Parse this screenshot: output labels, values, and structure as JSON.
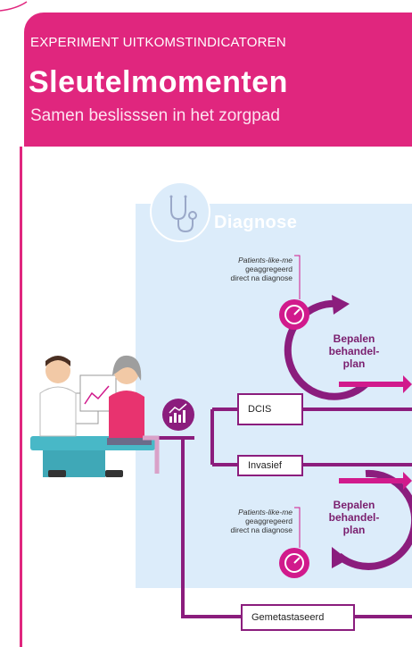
{
  "header": {
    "kicker": "EXPERIMENT UITKOMSTINDICATOREN",
    "title": "Sleutelmomenten",
    "subtitle": "Samen beslisssen in het zorgpad"
  },
  "phase": {
    "label": "Diagnose"
  },
  "annotation_top": {
    "line1": "Patients-like-me",
    "line2": "geaggregeerd",
    "line3": "direct na diagnose"
  },
  "annotation_bottom": {
    "line1": "Patients-like-me",
    "line2": "geaggregeerd",
    "line3": "direct na diagnose"
  },
  "plan_top": {
    "l1": "Bepalen",
    "l2": "behandel-",
    "l3": "plan"
  },
  "plan_bottom": {
    "l1": "Bepalen",
    "l2": "behandel-",
    "l3": "plan"
  },
  "nodes": {
    "dcis": "DCIS",
    "invasief": "Invasief",
    "gemetastaseerd": "Gemetastaseerd"
  },
  "colors": {
    "brand": "#e0267e",
    "purple": "#8b1d7d",
    "magenta": "#d11a8c",
    "panel": "#dcecfa"
  },
  "icons": [
    "stethoscope-icon",
    "speedometer-icon",
    "chart-icon",
    "doctor-patient-illustration",
    "circular-arrow-icon"
  ]
}
